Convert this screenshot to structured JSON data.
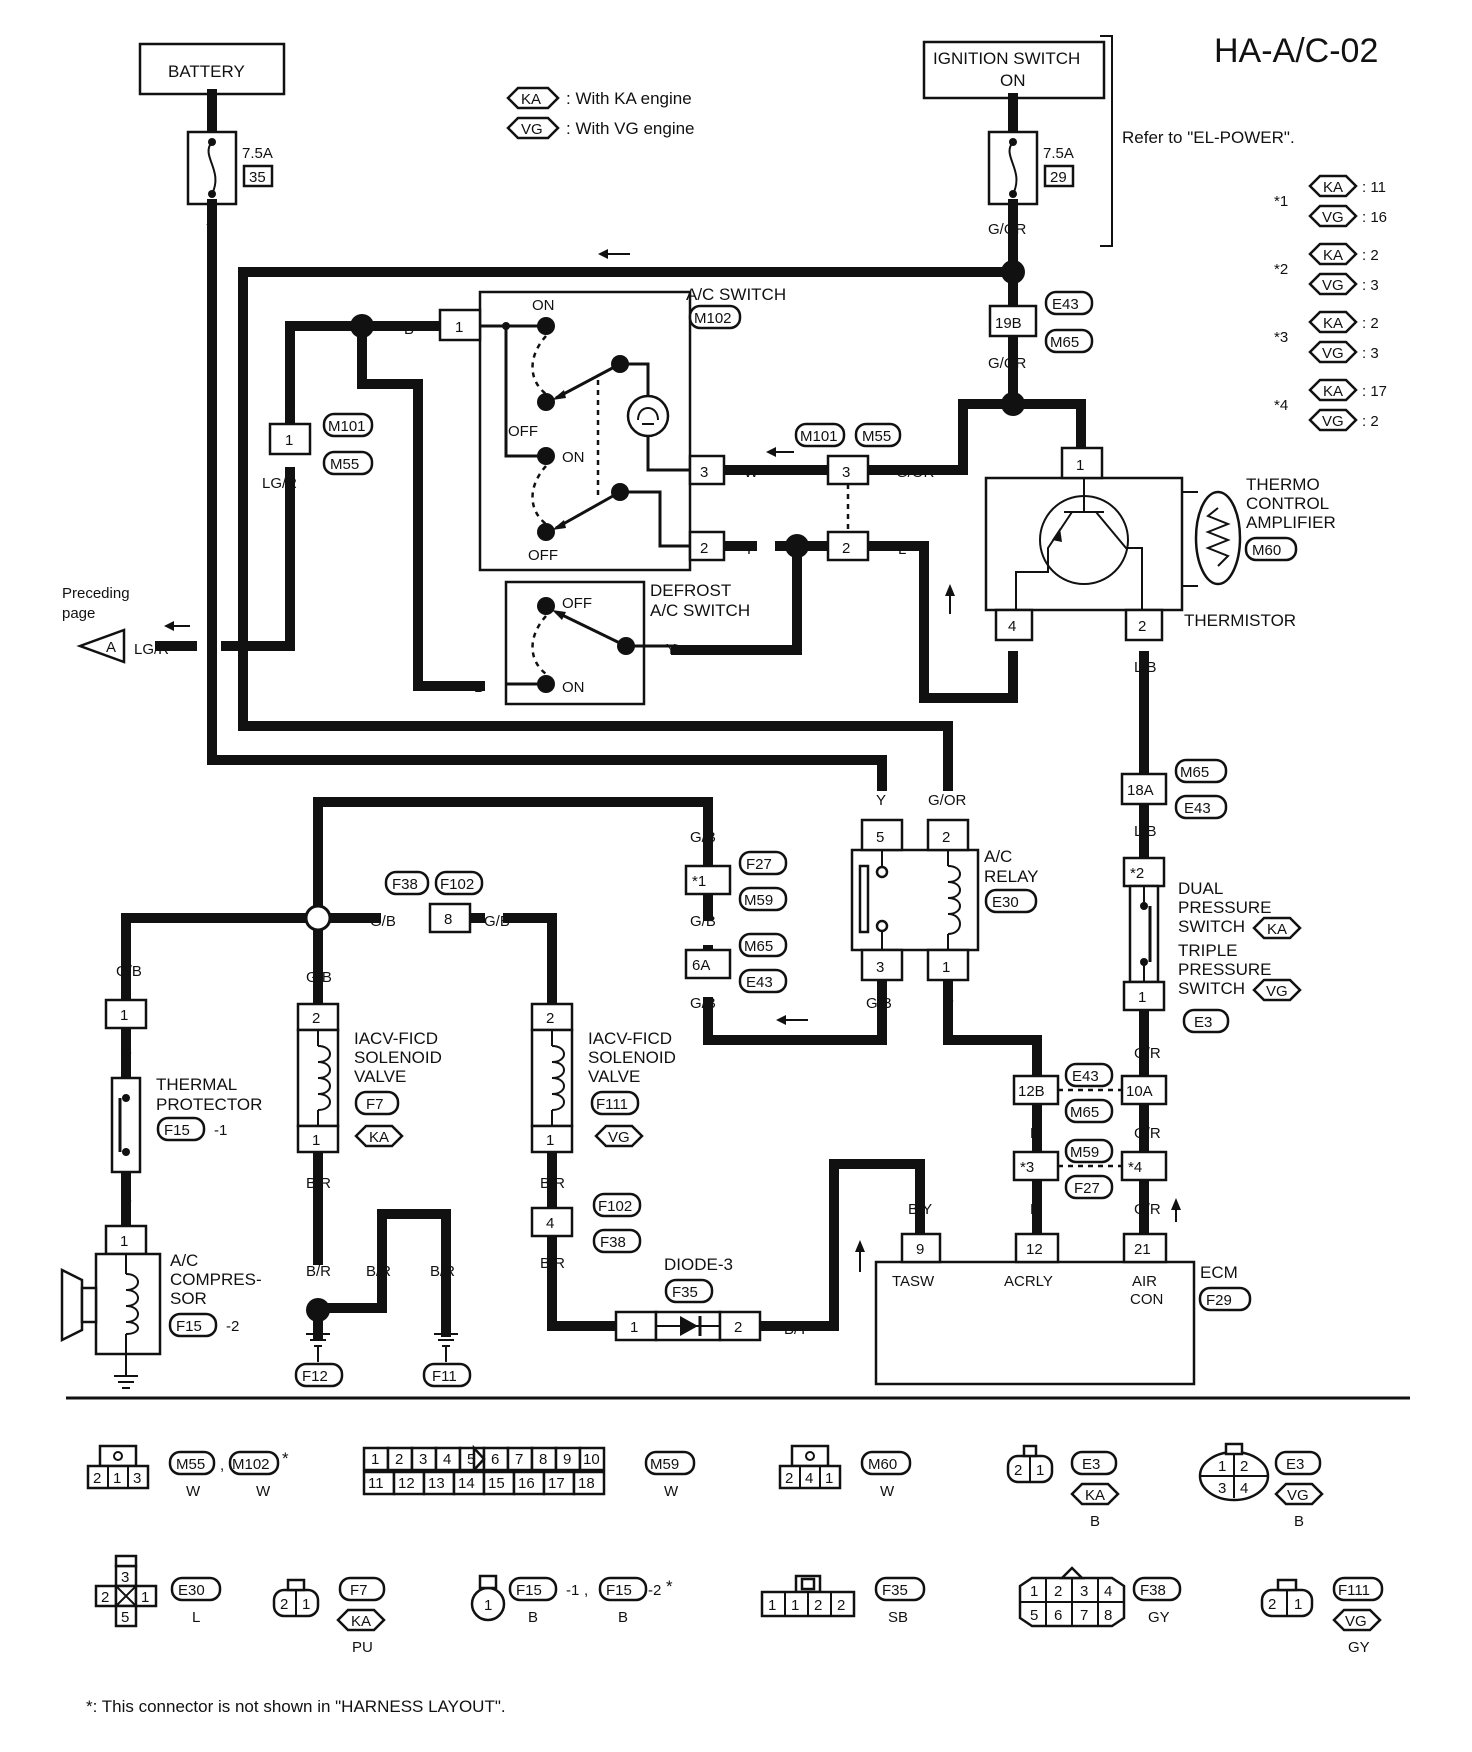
{
  "diagram_id": "HA-A/C-02",
  "legend": {
    "ka": {
      "code": "KA",
      "text": ": With KA engine"
    },
    "vg": {
      "code": "VG",
      "text": ": With VG engine"
    }
  },
  "refer_note": "Refer to \"EL-POWER\".",
  "notes": [
    {
      "star": "*1",
      "ka": "11",
      "vg": "16"
    },
    {
      "star": "*2",
      "ka": "2",
      "vg": "3"
    },
    {
      "star": "*3",
      "ka": "2",
      "vg": "3"
    },
    {
      "star": "*4",
      "ka": "17",
      "vg": "2"
    }
  ],
  "power": {
    "battery": "BATTERY",
    "ign_line1": "IGNITION SWITCH",
    "ign_line2": "ON",
    "fuse_left": {
      "rating": "7.5A",
      "num": "35"
    },
    "fuse_right": {
      "rating": "7.5A",
      "num": "29"
    }
  },
  "wires": {
    "y": "Y",
    "gor": "G/OR",
    "b": "B",
    "lgr": "LG/R",
    "w": "W",
    "l": "L",
    "lb": "L/B",
    "gb": "G/B",
    "p": "P",
    "gr": "G/R",
    "br": "B/R",
    "by": "B/Y"
  },
  "components": {
    "ac_switch": "A/C SWITCH",
    "defrost": [
      "DEFROST",
      "A/C SWITCH"
    ],
    "thermo": [
      "THERMO",
      "CONTROL",
      "AMPLIFIER"
    ],
    "thermistor": "THERMISTOR",
    "ac_relay": [
      "A/C",
      "RELAY"
    ],
    "dual": [
      "DUAL",
      "PRESSURE",
      "SWITCH"
    ],
    "triple": [
      "TRIPLE",
      "PRESSURE",
      "SWITCH"
    ],
    "thermal": [
      "THERMAL",
      "PROTECTOR"
    ],
    "compressor": [
      "A/C",
      "COMPRES-",
      "SOR"
    ],
    "iacv": [
      "IACV-FICD",
      "SOLENOID",
      "VALVE"
    ],
    "diode": "DIODE-3",
    "ecm": "ECM",
    "ecm_pins": {
      "tasw": "TASW",
      "acrly": "ACRLY",
      "aircon": [
        "AIR",
        "CON"
      ]
    },
    "on": "ON",
    "off": "OFF",
    "preceding": [
      "Preceding",
      "page"
    ],
    "tab_a": "A"
  },
  "connectors": {
    "e43": "E43",
    "m65": "M65",
    "m102": "M102",
    "m101": "M101",
    "m55": "M55",
    "m60": "M60",
    "e30": "E30",
    "f27": "F27",
    "m59": "M59",
    "e3": "E3",
    "f38": "F38",
    "f102": "F102",
    "f7": "F7",
    "f111": "F111",
    "f15": "F15",
    "f35": "F35",
    "f29": "F29",
    "f12": "F12",
    "f11": "F11"
  },
  "pins": {
    "p19b": "19B",
    "p1": "1",
    "p2": "2",
    "p3": "3",
    "p4": "4",
    "p5": "5",
    "p8": "8",
    "p9": "9",
    "p12": "12",
    "p21": "21",
    "p18a": "18A",
    "p6a": "6A",
    "p12b": "12B",
    "p10a": "10A",
    "s1": "*1",
    "s2": "*2",
    "s3": "*3",
    "s4": "*4",
    "neg1": "-1",
    "neg2": "-2"
  },
  "connector_legend": {
    "m55_nums": [
      "2",
      "1",
      "3"
    ],
    "m55_color": "W",
    "m59_top": [
      "1",
      "2",
      "3",
      "4",
      "5",
      "6",
      "7",
      "8",
      "9",
      "10"
    ],
    "m59_bot": [
      "11",
      "12",
      "13",
      "14",
      "15",
      "16",
      "17",
      "18"
    ],
    "m59_color": "W",
    "m60_nums": [
      "2",
      "4",
      "1"
    ],
    "m60_color": "W",
    "e3ka_nums": [
      "2",
      "1"
    ],
    "e3ka_color": "B",
    "e3vg_nums": [
      "1",
      "2",
      "3",
      "4"
    ],
    "e3vg_color": "B",
    "e30_nums": [
      "3",
      "2",
      "1",
      "5"
    ],
    "e30_color": "L",
    "f7_nums": [
      "2",
      "1"
    ],
    "f7_color": "PU",
    "f15_num": "1",
    "f15_color": "B",
    "f35_nums": [
      "1",
      "1",
      "2",
      "2"
    ],
    "f35_color": "SB",
    "f38_nums": [
      "1",
      "2",
      "3",
      "4",
      "5",
      "6",
      "7",
      "8"
    ],
    "f38_color": "GY",
    "f111_nums": [
      "2",
      "1"
    ],
    "f111_color": "GY",
    "comma": ",",
    "star": "*"
  },
  "footnote": "*: This connector is not shown in  \"HARNESS LAYOUT\"."
}
